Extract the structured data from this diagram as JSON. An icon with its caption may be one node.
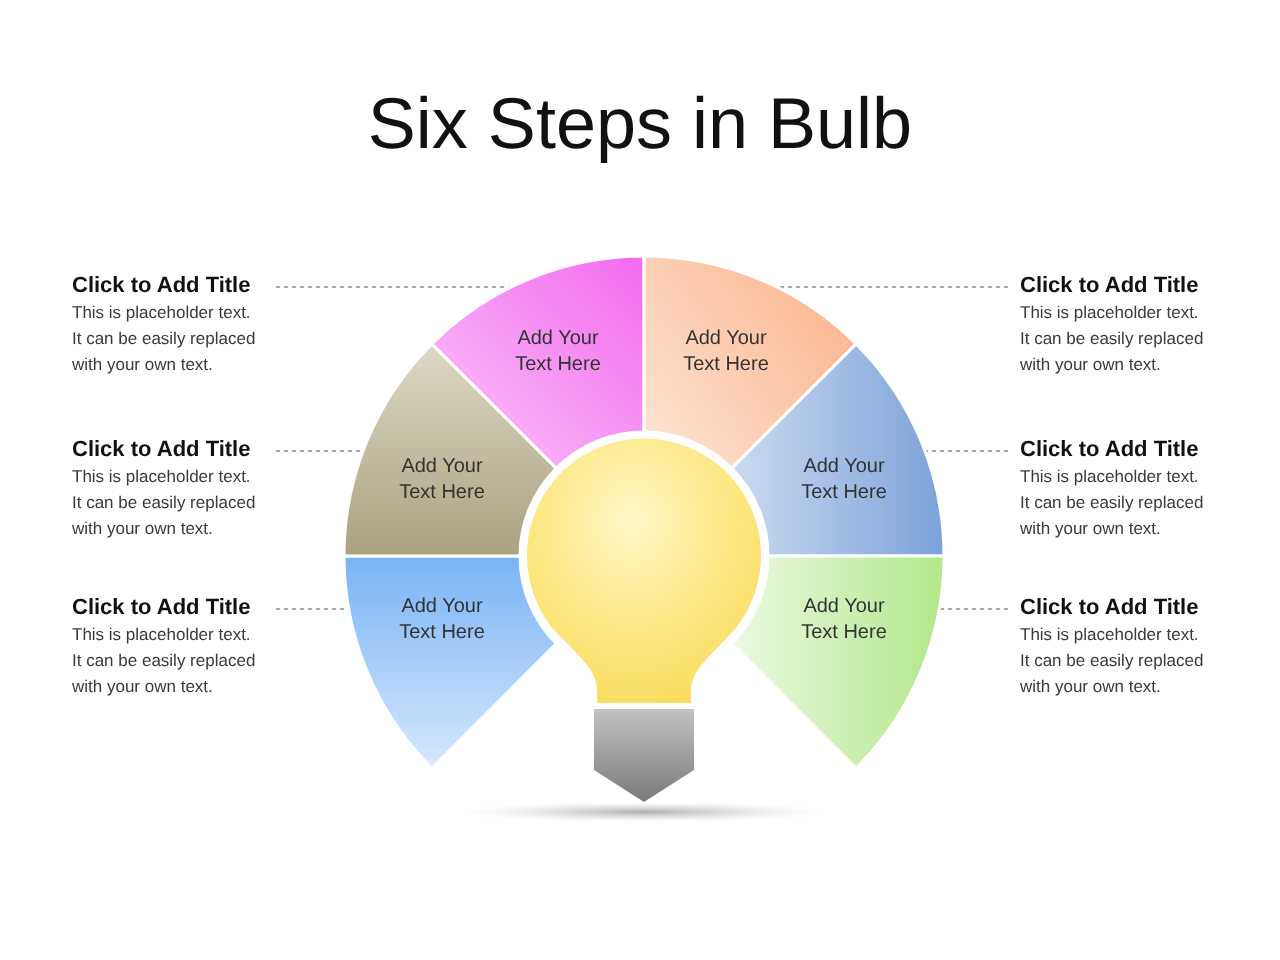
{
  "diagram": {
    "title": "Six Steps in Bulb",
    "nodes": [
      {
        "text": [
          "Click to Add Title",
          "This is placeholder text. It can be easily replaced with your own text."
        ]
      },
      {
        "text": [
          "Click to Add Title",
          "This is placeholder text. It can be easily replaced with your own text."
        ]
      },
      {
        "text": [
          "Click to Add Title",
          "This is placeholder text. It can be easily replaced with your own text."
        ]
      },
      {
        "text": [
          "Add Your Text Here"
        ]
      },
      {
        "text": [
          "Add Your Text Here"
        ]
      },
      {
        "text": [
          "Add Your Text Here"
        ]
      },
      {
        "text": [
          "Add Your Text Here"
        ]
      },
      {
        "text": [
          "Add Your Text Here"
        ]
      },
      {
        "text": [
          "Add Your Text Here"
        ]
      },
      {
        "text": [
          "Click to Add Title",
          "This is placeholder text. It can be easily replaced with your own text."
        ]
      },
      {
        "text": [
          "Click to Add Title",
          "This is placeholder text. It can be easily replaced with your own text."
        ]
      },
      {
        "text": [
          "Click to Add Title",
          "This is placeholder text. It can be easily replaced with your own text."
        ]
      }
    ],
    "edges": [
      {
        "from": 0,
        "to": 5,
        "arrow": "none",
        "style": "dashed"
      },
      {
        "from": 1,
        "to": 4,
        "arrow": "none",
        "style": "dashed"
      },
      {
        "from": 2,
        "to": 3,
        "arrow": "none",
        "style": "dashed"
      },
      {
        "from": 9,
        "to": 6,
        "arrow": "none",
        "style": "dashed"
      },
      {
        "from": 10,
        "to": 7,
        "arrow": "none",
        "style": "dashed"
      },
      {
        "from": 11,
        "to": 8,
        "arrow": "none",
        "style": "dashed"
      }
    ]
  }
}
